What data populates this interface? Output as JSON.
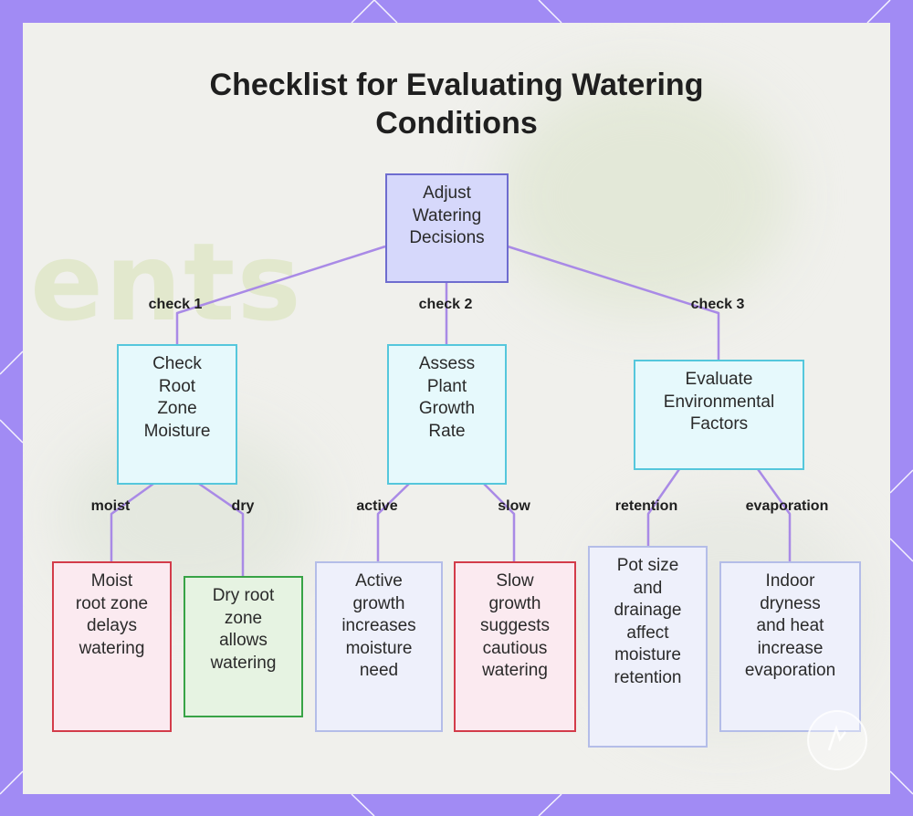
{
  "title": "Checklist for Evaluating Watering Conditions",
  "colors": {
    "frame": "#a18bf4",
    "edge": "#a98ae6",
    "root_fill": "#d6d8fb",
    "root_border": "#6e6ccf",
    "mid_fill": "#e6f9fc",
    "mid_border": "#55c7dc",
    "leaf_red_border": "#d33c4a",
    "leaf_green_border": "#38a346",
    "leaf_blue_border": "#b4bde8"
  },
  "root": {
    "label": "Adjust Watering Decisions",
    "lines": [
      "Adjust",
      "Watering",
      "Decisions"
    ]
  },
  "checks": [
    {
      "label": "check 1",
      "node": {
        "lines": [
          "Check",
          "Root",
          "Zone",
          "Moisture"
        ]
      }
    },
    {
      "label": "check 2",
      "node": {
        "lines": [
          "Assess",
          "Plant",
          "Growth",
          "Rate"
        ]
      }
    },
    {
      "label": "check 3",
      "node": {
        "lines": [
          "Evaluate",
          "Environmental",
          "Factors"
        ]
      }
    }
  ],
  "leaves": [
    {
      "edge": "moist",
      "lines": [
        "Moist",
        "root zone",
        "delays",
        "watering"
      ]
    },
    {
      "edge": "dry",
      "lines": [
        "Dry root",
        "zone",
        "allows",
        "watering"
      ]
    },
    {
      "edge": "active",
      "lines": [
        "Active",
        "growth",
        "increases",
        "moisture",
        "need"
      ]
    },
    {
      "edge": "slow",
      "lines": [
        "Slow",
        "growth",
        "suggests",
        "cautious",
        "watering"
      ]
    },
    {
      "edge": "retention",
      "lines": [
        "Pot size",
        "and",
        "drainage",
        "affect",
        "moisture",
        "retention"
      ]
    },
    {
      "edge": "evaporation",
      "lines": [
        "Indoor",
        "dryness",
        "and heat",
        "increase",
        "evaporation"
      ]
    }
  ]
}
